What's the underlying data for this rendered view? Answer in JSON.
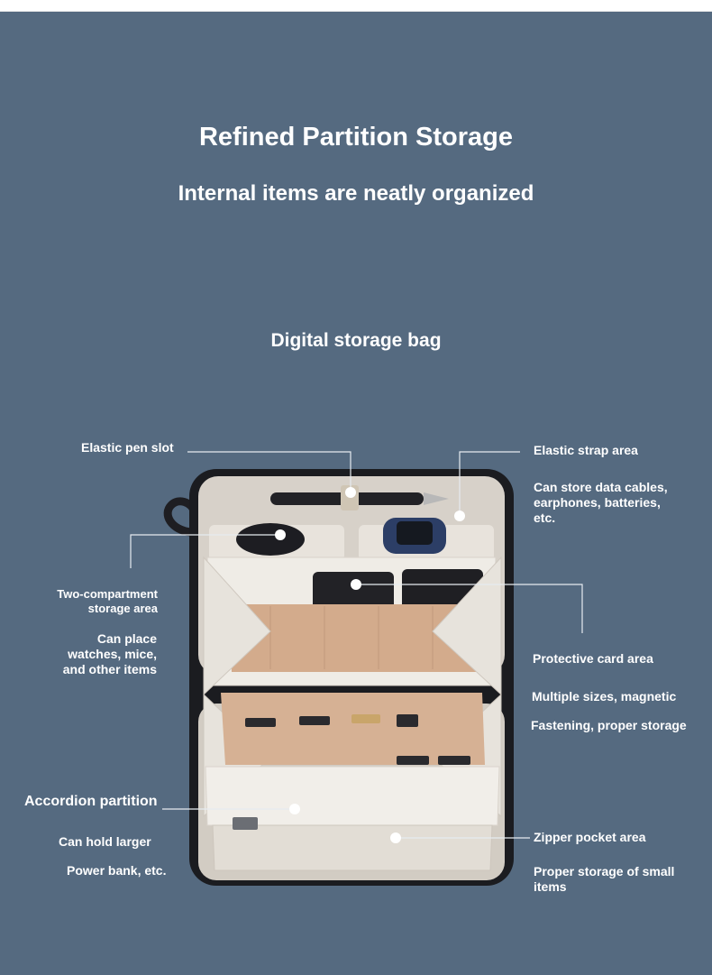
{
  "header": {
    "title": "Refined Partition Storage",
    "subtitle": "Internal items are neatly organized",
    "section_title": "Digital storage bag"
  },
  "product_image": {
    "description": "Open digital storage bag showing compartments",
    "color": "#ece8e1",
    "accent": "#d2a98a"
  },
  "callouts": {
    "elastic_pen_slot": "Elastic pen slot",
    "elastic_strap_area": "Elastic strap area",
    "strap_detail": "Can store data cables, earphones, batteries, etc.",
    "two_compartment": "Two-compartment storage area",
    "two_compartment_detail": "Can place watches, mice, and other items",
    "protective_card_area": "Protective card area",
    "card_detail_1": "Multiple sizes, magnetic",
    "card_detail_2": "Fastening, proper storage",
    "accordion_partition": "Accordion partition",
    "accordion_detail_1": "Can hold larger",
    "accordion_detail_2": "Power bank, etc.",
    "zipper_pocket": "Zipper pocket area",
    "zipper_detail": "Proper storage of small items"
  }
}
